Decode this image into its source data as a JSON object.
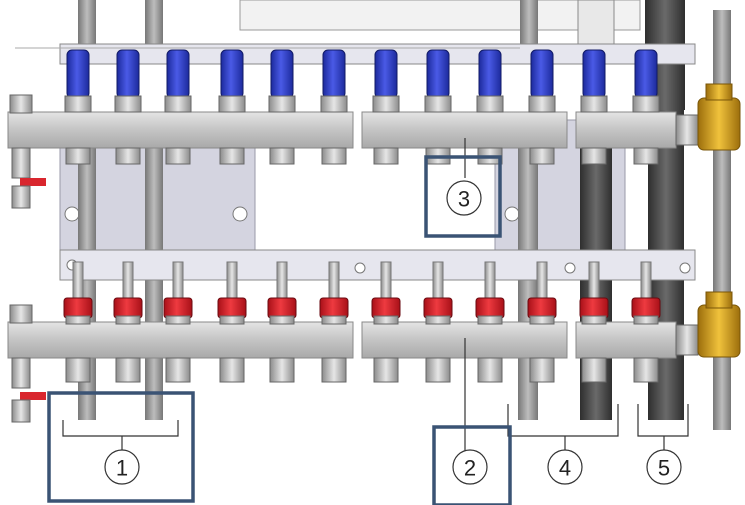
{
  "callouts": [
    {
      "id": "1",
      "label": "1"
    },
    {
      "id": "2",
      "label": "2"
    },
    {
      "id": "3",
      "label": "3"
    },
    {
      "id": "4",
      "label": "4"
    },
    {
      "id": "5",
      "label": "5"
    }
  ],
  "colors": {
    "supply_valve": "#2f3fc8",
    "return_valve": "#d9262e",
    "manifold_bar": "#c9c9c9",
    "bracket": "#d6d6de",
    "highlight_box": "#3a5374",
    "brass": "#d9a21c",
    "pipe_gray": "#8e8e8e",
    "pipe_dark": "#4a4a4a"
  }
}
